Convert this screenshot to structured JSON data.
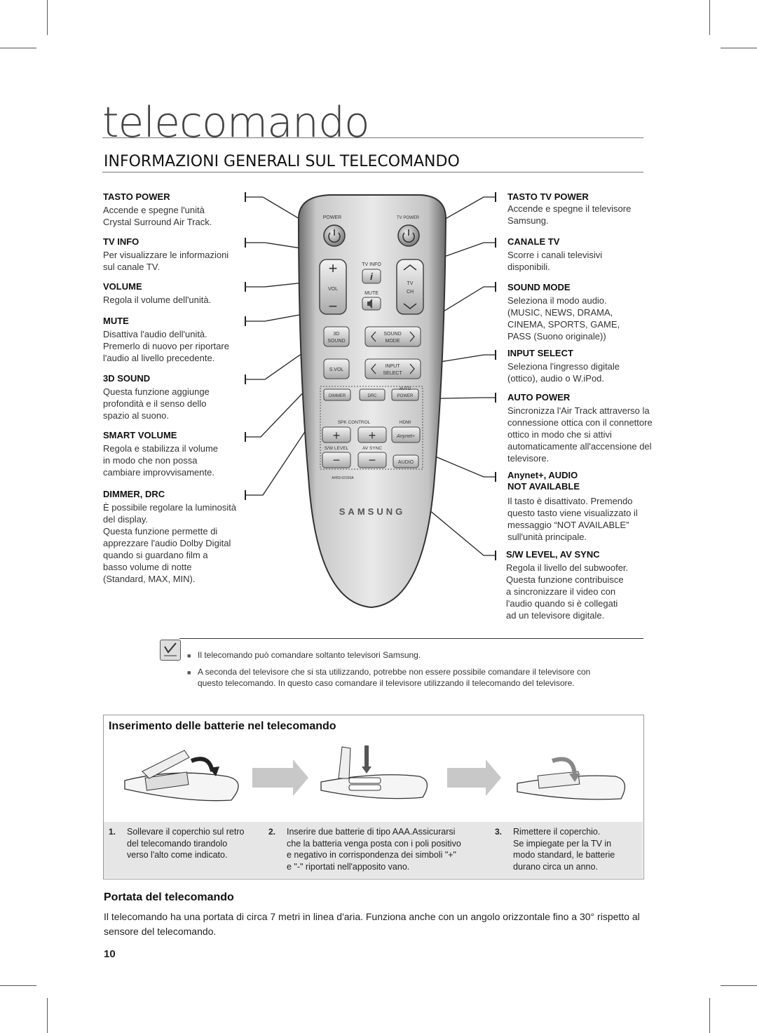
{
  "page": {
    "title": "telecomando",
    "heading": "INFORMAZIONI GENERALI SUL TELECOMANDO",
    "page_number": "10"
  },
  "left_labels": [
    {
      "title": "TASTO POWER",
      "text": "Accende e spegne l'unità\nCrystal Surround Air Track."
    },
    {
      "title": "TV INFO",
      "text": "Per visualizzare le informazioni\nsul canale TV."
    },
    {
      "title": "VOLUME",
      "text": "Regola il volume dell'unità."
    },
    {
      "title": "MUTE",
      "text": "Disattiva l'audio dell'unità.\nPremerlo di nuovo per riportare\nl'audio al livello precedente."
    },
    {
      "title": "3D SOUND",
      "text": "Questa funzione aggiunge\nprofondità e il senso dello\nspazio al suono."
    },
    {
      "title": "SMART VOLUME",
      "text": "Regola e stabilizza il volume\nin modo che non possa\ncambiare improvvisamente."
    },
    {
      "title": "DIMMER, DRC",
      "text": "È possibile regolare la luminosità\ndel display.\nQuesta funzione permette di\napprezzare l'audio Dolby Digital\nquando si guardano film a\nbasso volume di notte\n(Standard, MAX, MIN)."
    }
  ],
  "right_labels": [
    {
      "title": "TASTO TV POWER",
      "text": "Accende e spegne il televisore\nSamsung."
    },
    {
      "title": "CANALE TV",
      "text": "Scorre i canali televisivi\ndisponibili."
    },
    {
      "title": "SOUND MODE",
      "text": "Seleziona il modo audio.\n(MUSIC, NEWS, DRAMA,\nCINEMA, SPORTS, GAME,\nPASS (Suono originale))"
    },
    {
      "title": "INPUT SELECT",
      "text": "Seleziona l'ingresso digitale\n(ottico), audio o W.iPod."
    },
    {
      "title": "AUTO POWER",
      "text": "Sincronizza l'Air Track attraverso la\nconnessione ottica con il connettore\nottico in modo che si attivi\nautomaticamente all'accensione del\ntelevisore."
    },
    {
      "title": "Anynet+, AUDIO\nNOT AVAILABLE",
      "text": "Il tasto è disattivato. Premendo\nquesto tasto viene visualizzato il\nmessaggio “NOT AVAILABLE”\nsull'unità principale."
    },
    {
      "title": "S/W LEVEL, AV SYNC",
      "text": "Regola il livello del subwoofer.\nQuesta funzione contribuisce\na sincronizzare il video con\nl'audio quando si è collegati\nad un televisore digitale."
    }
  ],
  "remote": {
    "power": "POWER",
    "tv_power": "TV POWER",
    "tv_info": "TV INFO",
    "info_glyph": "i",
    "vol": "VOL",
    "mute": "MUTE",
    "tv": "TV",
    "ch": "CH",
    "sound3d_a": "3D",
    "sound3d_b": "SOUND",
    "sound_mode_a": "SOUND",
    "sound_mode_b": "MODE",
    "svol": "S.VOL",
    "input_a": "INPUT",
    "input_b": "SELECT",
    "dimmer": "DIMMER",
    "drc": "DRC",
    "auto_a": "AUTO",
    "auto_b": "POWER",
    "spk_control": "SPK CONTROL",
    "hdmi": "HDMI",
    "sw_level": "S/W LEVEL",
    "av_sync": "AV SYNC",
    "anynet": "Anynet+",
    "audio": "AUDIO",
    "model": "AH59-02330A",
    "brand": "SAMSUNG",
    "plus": "+",
    "minus": "−"
  },
  "notes": [
    "Il telecomando può comandare soltanto televisori Samsung.",
    "A seconda del televisore che si sta utilizzando, potrebbe non essere possibile comandare il televisore con\nquesto telecomando. In questo caso comandare il televisore utilizzando il telecomando del televisore."
  ],
  "note_bullet": "■",
  "batteries": {
    "title": "Inserimento delle batterie nel telecomando",
    "steps": [
      {
        "num": "1.",
        "text": "Sollevare il coperchio sul retro\ndel telecomando tirandolo\nverso l'alto come indicato."
      },
      {
        "num": "2.",
        "text": "Inserire due batterie di tipo AAA.Assicurarsi\nche la batteria venga posta con i poli positivo\ne negativo in corrispondenza dei simboli \"+\"\ne \"-\" riportati nell'apposito vano."
      },
      {
        "num": "3.",
        "text": "Rimettere il coperchio.\nSe impiegate per la TV in\nmodo standard, le batterie\ndurano circa un anno."
      }
    ]
  },
  "range": {
    "title": "Portata del telecomando",
    "text": "Il telecomando ha una portata di circa 7 metri in linea d'aria. Funziona anche con un angolo orizzontale fino a 30° rispetto al sensore del telecomando."
  }
}
